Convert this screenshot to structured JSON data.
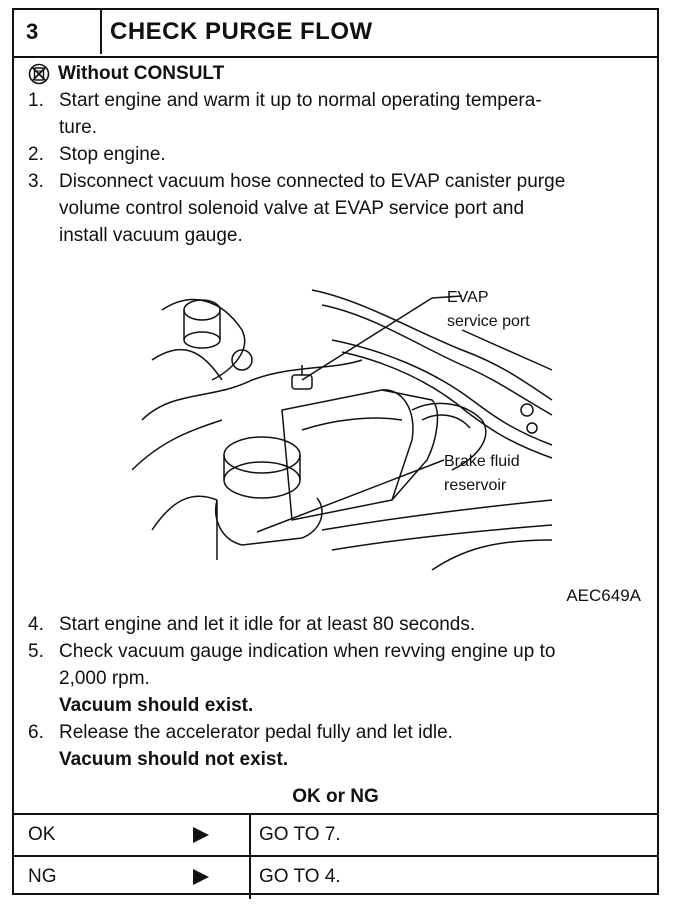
{
  "header": {
    "step_number": "3",
    "title": "CHECK PURGE FLOW"
  },
  "mode": {
    "icon": "consult-crossed-icon",
    "label": "Without CONSULT"
  },
  "steps_before": [
    {
      "num": "1.",
      "lines": [
        "Start engine and warm it up to normal operating tempera-",
        "ture."
      ]
    },
    {
      "num": "2.",
      "lines": [
        "Stop engine."
      ]
    },
    {
      "num": "3.",
      "lines": [
        "Disconnect vacuum hose connected to EVAP canister purge",
        "volume control solenoid valve at EVAP service port and",
        "install vacuum gauge."
      ]
    }
  ],
  "figure": {
    "label_evap": [
      "EVAP",
      "service port"
    ],
    "label_brake": [
      "Brake fluid",
      "reservoir"
    ],
    "id": "AEC649A"
  },
  "steps_after": [
    {
      "num": "4.",
      "lines": [
        "Start engine and let it idle for at least 80 seconds."
      ]
    },
    {
      "num": "5.",
      "lines": [
        "Check vacuum gauge indication when revving engine up to",
        "2,000 rpm."
      ],
      "emphasis": "Vacuum should exist."
    },
    {
      "num": "6.",
      "lines": [
        "Release the accelerator pedal fully and let idle."
      ],
      "emphasis": "Vacuum should not exist."
    }
  ],
  "result_header": "OK or NG",
  "results": [
    {
      "status": "OK",
      "action": "GO TO 7."
    },
    {
      "status": "NG",
      "action": "GO TO 4."
    }
  ]
}
